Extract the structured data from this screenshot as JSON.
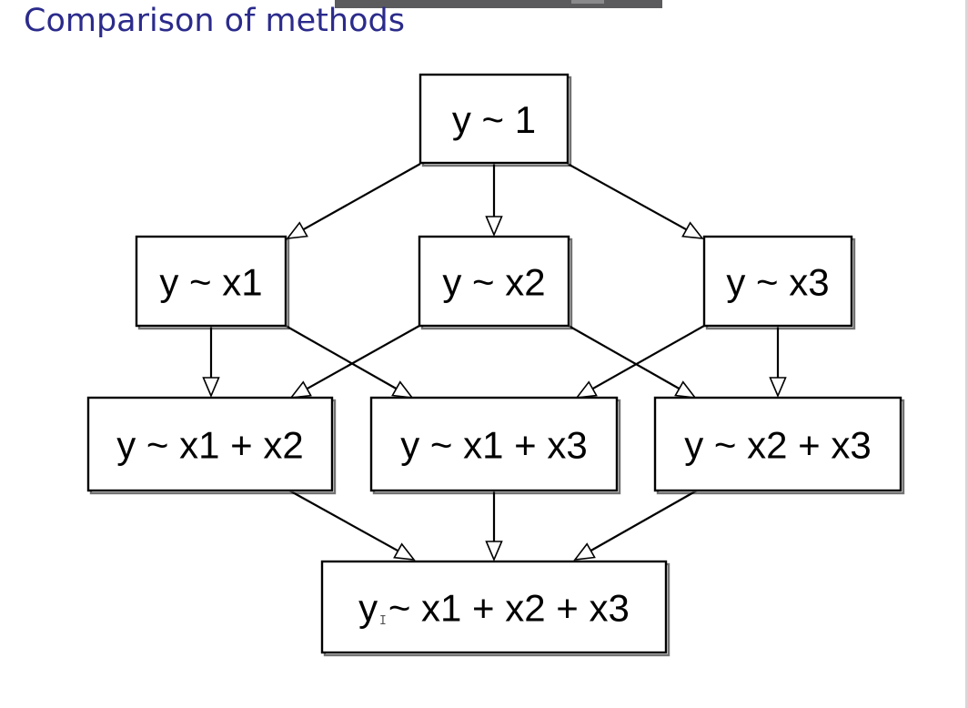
{
  "title": "Comparison of methods",
  "diagram": {
    "type": "lattice",
    "nodes": [
      {
        "id": "n0",
        "label": "y ~ 1"
      },
      {
        "id": "n1",
        "label": "y ~ x1"
      },
      {
        "id": "n2",
        "label": "y ~ x2"
      },
      {
        "id": "n3",
        "label": "y ~ x3"
      },
      {
        "id": "n12",
        "label": "y ~ x1 + x2"
      },
      {
        "id": "n13",
        "label": "y ~ x1 + x3"
      },
      {
        "id": "n23",
        "label": "y ~ x2 + x3"
      },
      {
        "id": "n123",
        "label": "y ~ x1 + x2 + x3"
      }
    ],
    "edges": [
      {
        "from": "n0",
        "to": "n1"
      },
      {
        "from": "n0",
        "to": "n2"
      },
      {
        "from": "n0",
        "to": "n3"
      },
      {
        "from": "n1",
        "to": "n12"
      },
      {
        "from": "n1",
        "to": "n13"
      },
      {
        "from": "n2",
        "to": "n12"
      },
      {
        "from": "n2",
        "to": "n23"
      },
      {
        "from": "n3",
        "to": "n13"
      },
      {
        "from": "n3",
        "to": "n23"
      },
      {
        "from": "n12",
        "to": "n123"
      },
      {
        "from": "n13",
        "to": "n123"
      },
      {
        "from": "n23",
        "to": "n123"
      }
    ]
  }
}
